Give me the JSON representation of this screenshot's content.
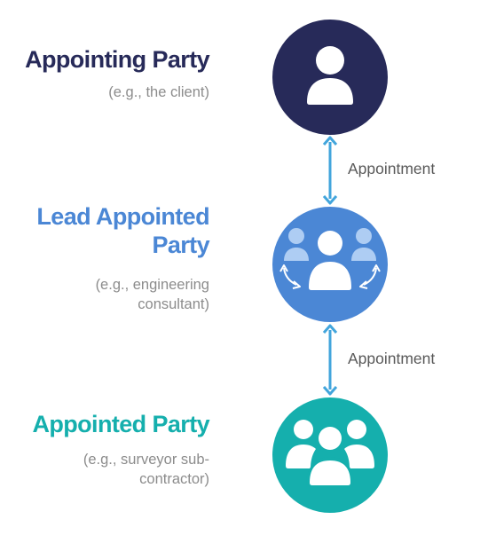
{
  "colors": {
    "appointing": "#272a59",
    "lead": "#4b87d5",
    "appointed": "#15afad",
    "arrow": "#42a5dc",
    "muted": "#8c8c8c",
    "label": "#595959"
  },
  "parties": [
    {
      "title": "Appointing Party",
      "example": "(e.g., the client)",
      "icon": "single-person-icon"
    },
    {
      "title_line1": "Lead Appointed",
      "title_line2": "Party",
      "example_line1": "(e.g., engineering",
      "example_line2": "consultant)",
      "icon": "team-coordination-icon"
    },
    {
      "title": "Appointed Party",
      "example_line1": "(e.g., surveyor sub-",
      "example_line2": "contractor)",
      "icon": "group-people-icon"
    }
  ],
  "relationships": [
    {
      "label": "Appointment"
    },
    {
      "label": "Appointment"
    }
  ]
}
